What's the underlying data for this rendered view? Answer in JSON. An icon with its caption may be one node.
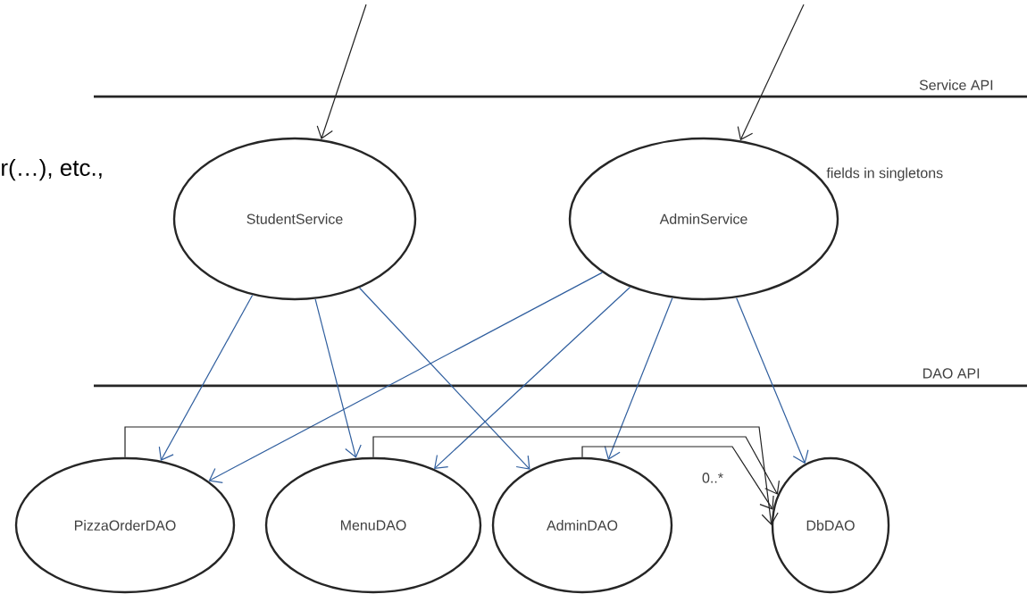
{
  "diagram": {
    "nodes": [
      {
        "text": [
          "StudentService"
        ]
      },
      {
        "text": [
          "AdminService"
        ]
      },
      {
        "text": [
          "PizzaOrderDAO"
        ]
      },
      {
        "text": [
          "MenuDAO"
        ]
      },
      {
        "text": [
          "AdminDAO"
        ]
      },
      {
        "text": [
          "DbDAO"
        ]
      }
    ],
    "edges": [
      {
        "from": null,
        "to": 0,
        "arrow": "to",
        "color": "#222222"
      },
      {
        "from": null,
        "to": 1,
        "arrow": "to",
        "color": "#222222"
      },
      {
        "from": 0,
        "to": 2,
        "arrow": "to"
      },
      {
        "from": 0,
        "to": 3,
        "arrow": "to"
      },
      {
        "from": 0,
        "to": 4,
        "arrow": "to"
      },
      {
        "from": 1,
        "to": 2,
        "arrow": "to"
      },
      {
        "from": 1,
        "to": 3,
        "arrow": "to"
      },
      {
        "from": 1,
        "to": 4,
        "arrow": "to"
      },
      {
        "from": 1,
        "to": 5,
        "arrow": "to"
      },
      {
        "from": 2,
        "to": 5,
        "arrow": "to",
        "color": "#222222"
      },
      {
        "from": 3,
        "to": 5,
        "arrow": "to",
        "color": "#222222"
      },
      {
        "from": 4,
        "to": 5,
        "arrow": "to",
        "color": "#222222"
      }
    ],
    "labels": [
      "Service API",
      "r(…), etc.,",
      "fields in singletons",
      "DAO API",
      "0..*"
    ]
  }
}
